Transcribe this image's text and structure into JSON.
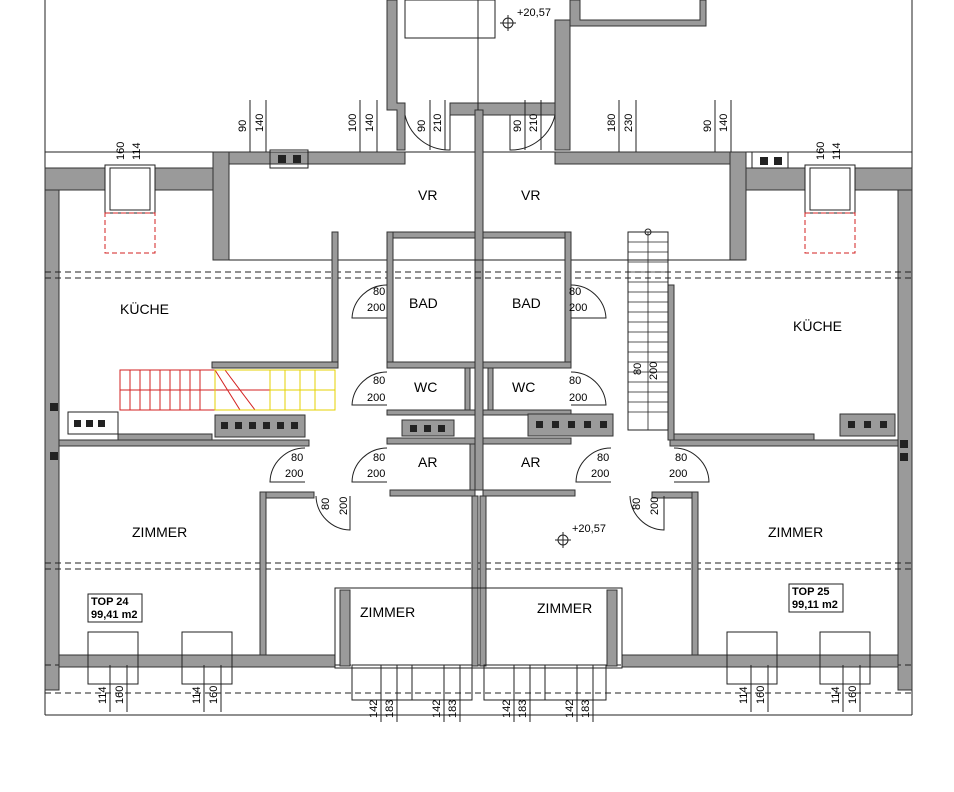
{
  "rooms": {
    "vr_left": "VR",
    "vr_right": "VR",
    "kueche_left": "KÜCHE",
    "kueche_right": "KÜCHE",
    "bad_left": "BAD",
    "bad_right": "BAD",
    "wc_left": "WC",
    "wc_right": "WC",
    "ar_left": "AR",
    "ar_right": "AR",
    "zimmer_left": "ZIMMER",
    "zimmer_right": "ZIMMER",
    "zimmer_center_left": "ZIMMER",
    "zimmer_center_right": "ZIMMER"
  },
  "units": {
    "top24_name": "TOP 24",
    "top24_area": "99,41 m2",
    "top25_name": "TOP 25",
    "top25_area": "99,11 m2"
  },
  "levels": {
    "upper": "+20,57",
    "center": "+20,57"
  },
  "doors": {
    "d80": "80",
    "d90": "90",
    "d200": "200",
    "d210": "210"
  },
  "windows": {
    "w90": "90",
    "w100": "100",
    "w140": "140",
    "w180": "180",
    "w230": "230",
    "w114": "114",
    "w160": "160",
    "w142": "142",
    "w183": "183"
  },
  "colors": {
    "wall": "#9a9a9a",
    "stair_red": "#d32222",
    "stair_yellow": "#e6d200"
  }
}
